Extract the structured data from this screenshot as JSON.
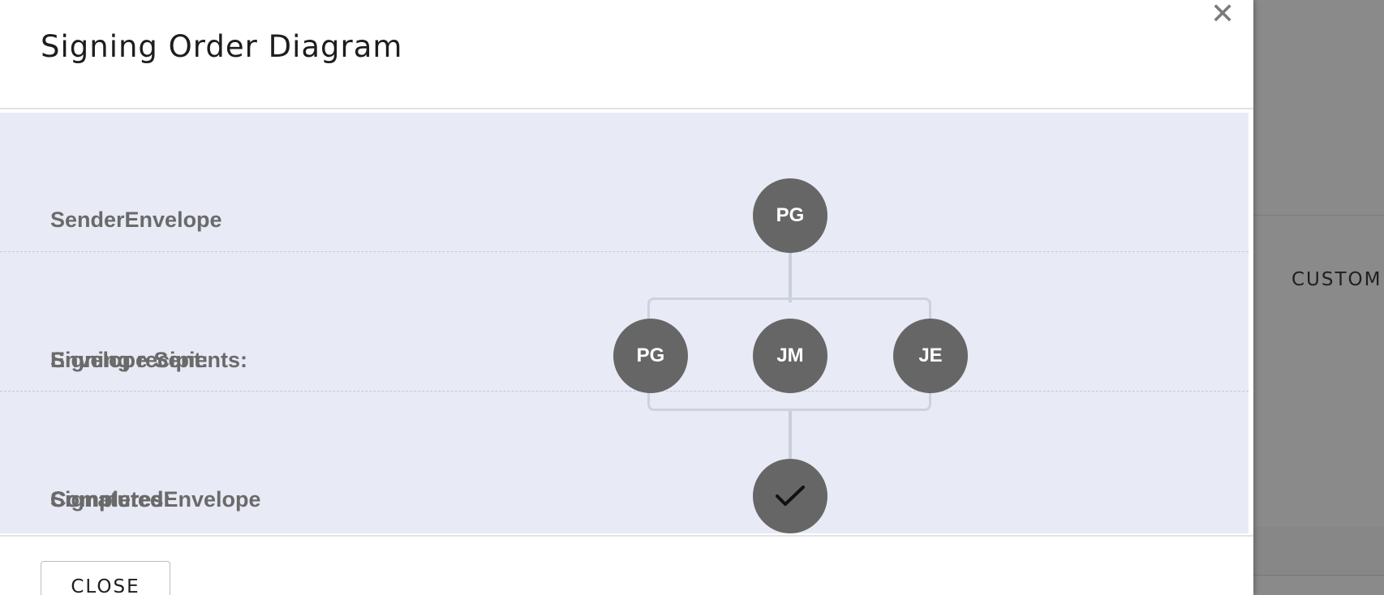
{
  "modal": {
    "title": "Signing Order Diagram",
    "close_label": "CLOSE"
  },
  "background": {
    "partial_label": "CUSTOM"
  },
  "lanes": [
    {
      "labels": [
        "SenderEnvelope"
      ]
    },
    {
      "labels": [
        "Envelope Sent:",
        "Signing recipients:"
      ]
    },
    {
      "labels": [
        "CompletedEnvelope",
        "Completed:",
        "Signatures:"
      ]
    }
  ],
  "nodes": {
    "sender": "PG",
    "signers": [
      "PG",
      "JM",
      "JE"
    ],
    "completed_icon": "check-icon"
  },
  "colors": {
    "diagram_bg": "#e8ebf5",
    "node_fill": "#666666",
    "node_text": "#ffffff",
    "connector": "#c9cfdb"
  }
}
